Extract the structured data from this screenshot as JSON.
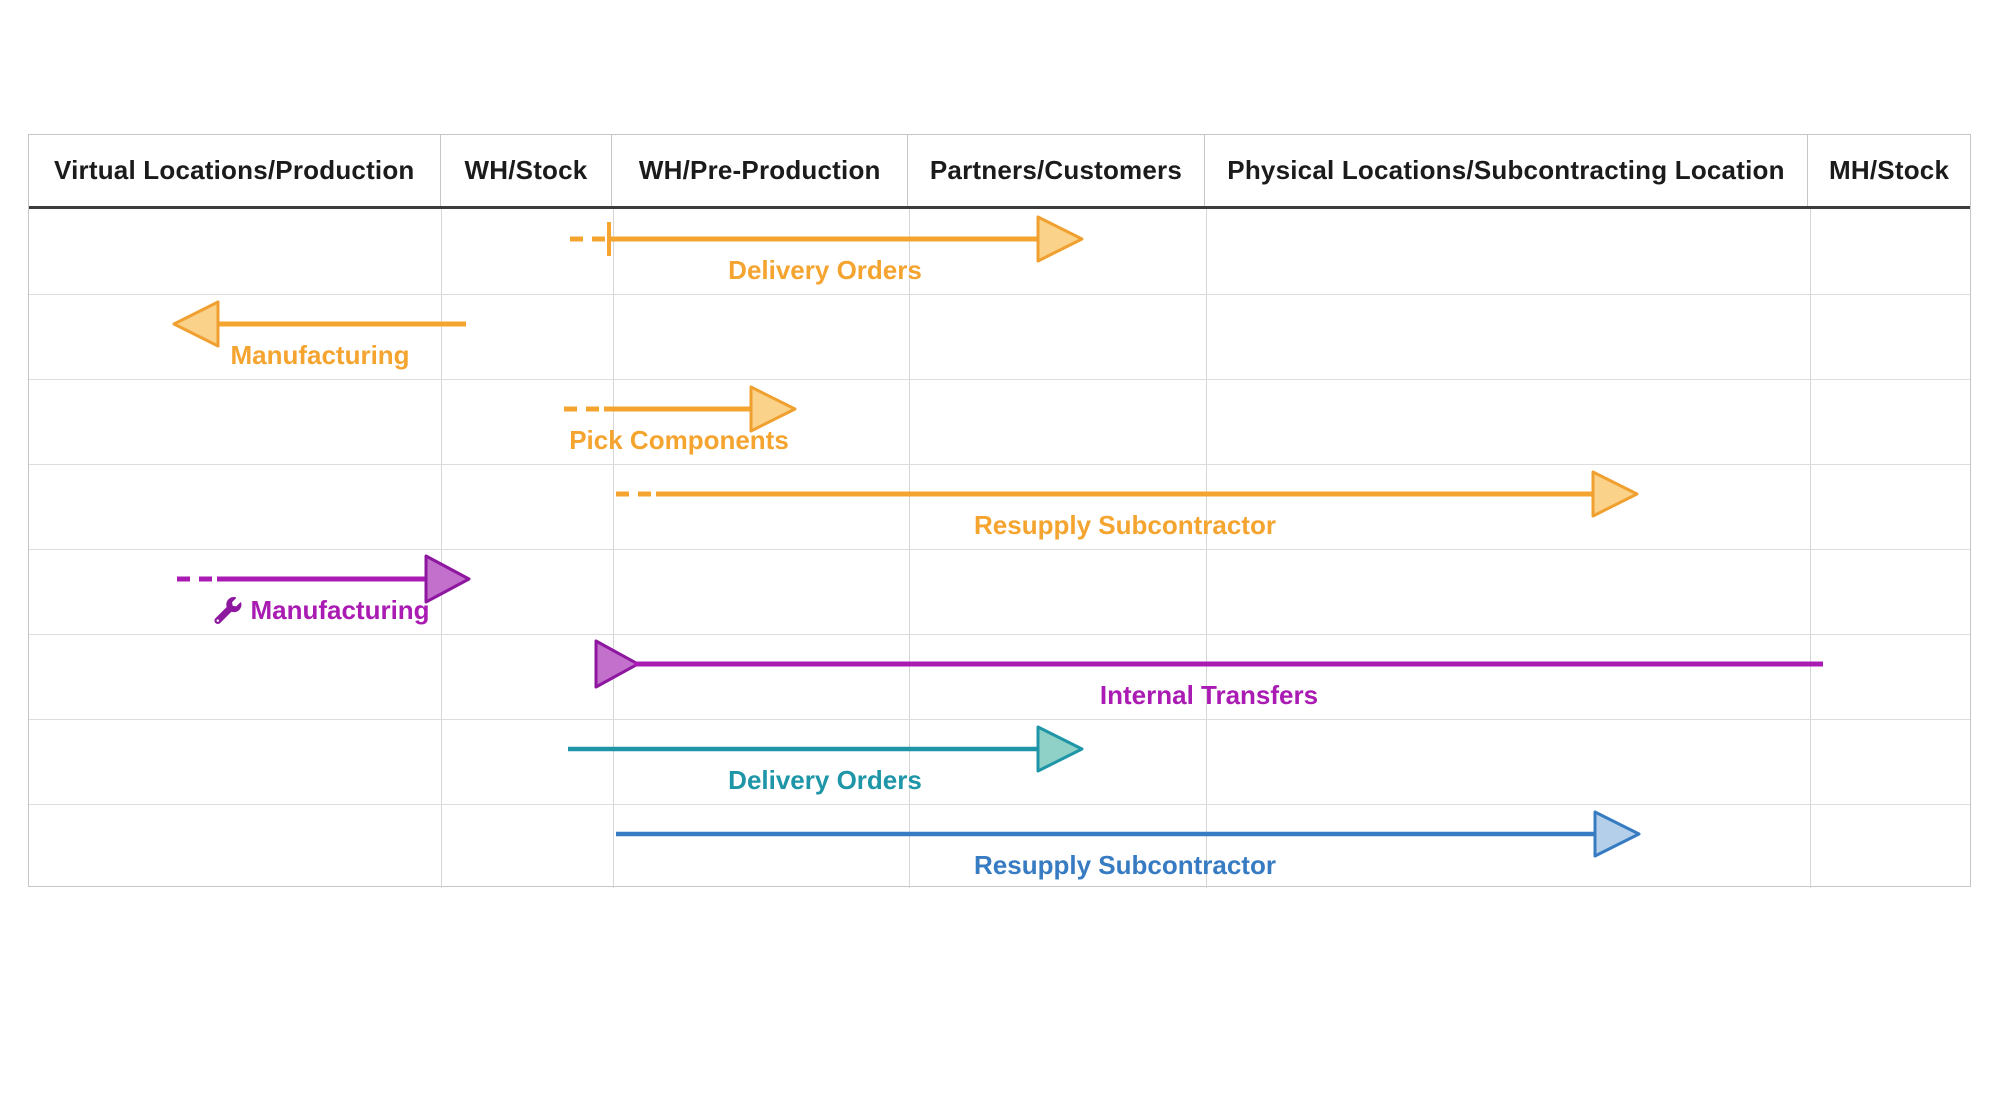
{
  "diagram": {
    "columns": [
      "Virtual Locations/Production",
      "WH/Stock",
      "WH/Pre-Production",
      "Partners/Customers",
      "Physical Locations/Subcontracting Location",
      "MH/Stock"
    ],
    "flows": [
      {
        "label": "Delivery Orders",
        "color": "#F4A42F",
        "head_fill": "#FBD289",
        "head_stroke": "#F0A030",
        "direction": "right",
        "tail": "dashed-with-tick"
      },
      {
        "label": "Manufacturing",
        "color": "#F4A42F",
        "head_fill": "#FBD289",
        "head_stroke": "#F0A030",
        "direction": "left",
        "tail": "solid"
      },
      {
        "label": "Pick Components",
        "color": "#F4A42F",
        "head_fill": "#FBD289",
        "head_stroke": "#F0A030",
        "direction": "right",
        "tail": "dashed"
      },
      {
        "label": "Resupply Subcontractor",
        "color": "#F4A42F",
        "head_fill": "#FBD289",
        "head_stroke": "#F0A030",
        "direction": "right",
        "tail": "dashed"
      },
      {
        "label": "Manufacturing",
        "color": "#A91BB2",
        "head_fill": "#C36FCC",
        "head_stroke": "#8E17A0",
        "direction": "right",
        "tail": "dashed",
        "icon": "wrench-icon"
      },
      {
        "label": "Internal Transfers",
        "color": "#A91BB2",
        "head_fill": "#C36FCC",
        "head_stroke": "#8E17A0",
        "direction": "right",
        "tail": "solid",
        "head_position": "start"
      },
      {
        "label": "Delivery Orders",
        "color": "#1E96A8",
        "head_fill": "#8FD0C7",
        "head_stroke": "#1E96A8",
        "direction": "right",
        "tail": "solid"
      },
      {
        "label": "Resupply Subcontractor",
        "color": "#377BC2",
        "head_fill": "#B4CFEA",
        "head_stroke": "#377BC2",
        "direction": "right",
        "tail": "solid"
      }
    ]
  }
}
